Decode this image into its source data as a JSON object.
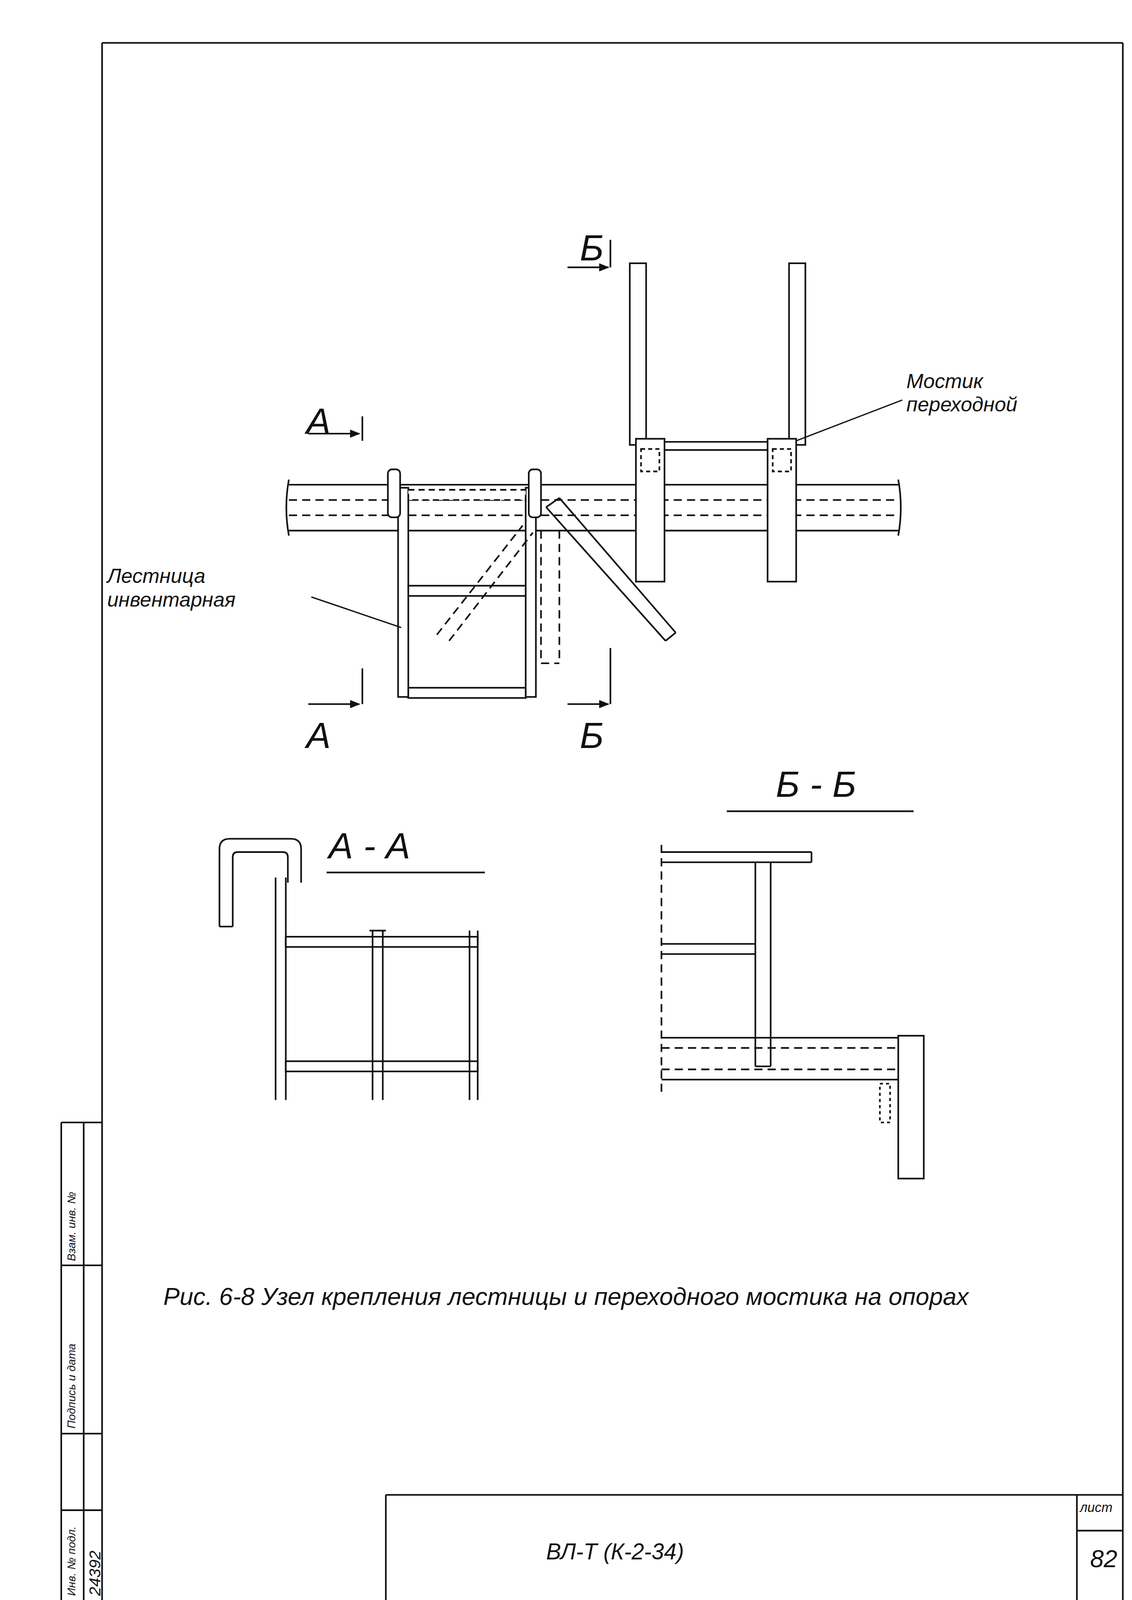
{
  "diagram": {
    "caption": "Рис. 6-8 Узел крепления лестницы и переходного мостика на опорах",
    "labels": [
      "Б",
      "Мостик переходной",
      "А",
      "Лестница инвентарная",
      "А",
      "Б",
      "Б - Б",
      "А - А",
      "Взам. инв. №",
      "Подпись и дата",
      "Инв. № подл.",
      "24392",
      "ВЛ-Т (К-2-34)",
      "лист",
      "82"
    ]
  }
}
